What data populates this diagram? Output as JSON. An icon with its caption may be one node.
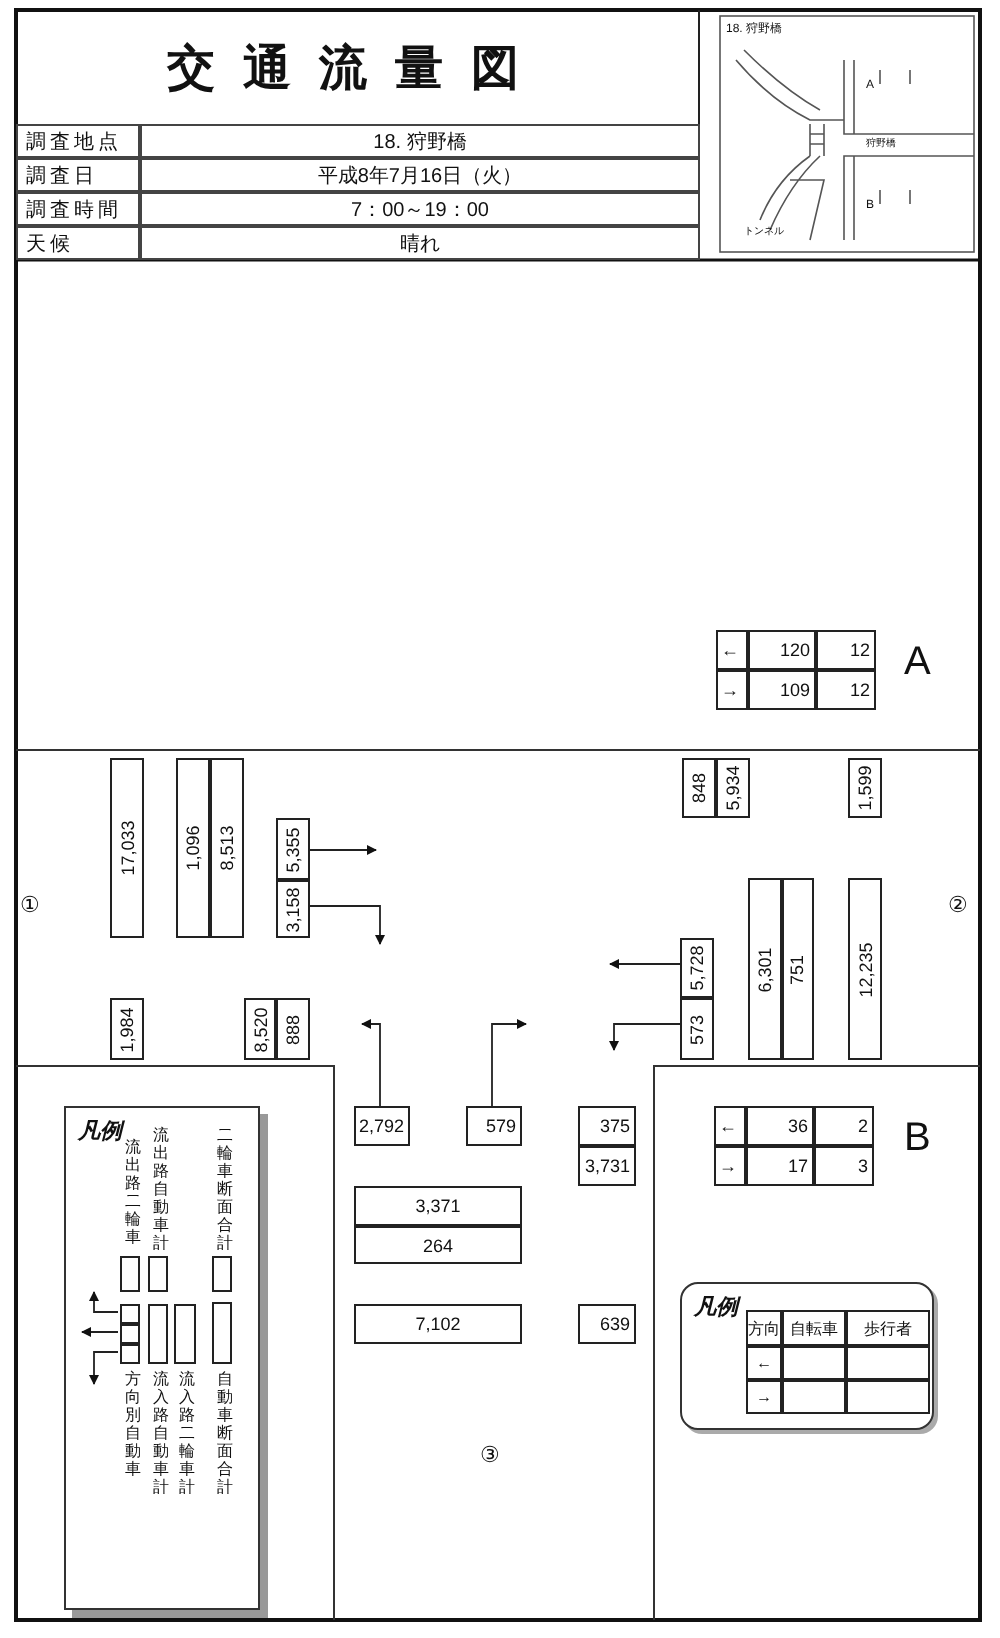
{
  "diagram": {
    "title": "交通流量図",
    "nodes": [
      {
        "text": [
          "17,033"
        ]
      },
      {
        "text": [
          "1,096"
        ]
      },
      {
        "text": [
          "8,513"
        ]
      },
      {
        "text": [
          "5,355"
        ]
      },
      {
        "text": [
          "3,158"
        ]
      },
      {
        "text": [
          "848"
        ]
      },
      {
        "text": [
          "5,934"
        ]
      },
      {
        "text": [
          "1,599"
        ]
      },
      {
        "text": [
          "6,301"
        ]
      },
      {
        "text": [
          "751"
        ]
      },
      {
        "text": [
          "12,235"
        ]
      },
      {
        "text": [
          "5,728"
        ]
      },
      {
        "text": [
          "573"
        ]
      },
      {
        "text": [
          "1,984"
        ]
      },
      {
        "text": [
          "8,520"
        ]
      },
      {
        "text": [
          "888"
        ]
      },
      {
        "text": [
          "2,792"
        ]
      },
      {
        "text": [
          "579"
        ]
      },
      {
        "text": [
          "375"
        ]
      },
      {
        "text": [
          "3,731"
        ]
      },
      {
        "text": [
          "3,371"
        ]
      },
      {
        "text": [
          "264"
        ]
      },
      {
        "text": [
          "7,102"
        ]
      },
      {
        "text": [
          "639"
        ]
      },
      {
        "text": [
          "凡例"
        ]
      },
      {
        "text": [],
        "shape": "box",
        "in": 24,
        "beside": [
          "流出路二輪車"
        ]
      },
      {
        "text": [],
        "shape": "box",
        "in": 24,
        "beside": [
          "流出路自動車計"
        ]
      },
      {
        "text": [],
        "shape": "box",
        "in": 24,
        "beside": [
          "二輪車断面合計"
        ]
      },
      {
        "text": [],
        "shape": "box",
        "in": 24
      },
      {
        "text": [],
        "shape": "box",
        "in": 24
      },
      {
        "text": [],
        "shape": "box",
        "in": 24,
        "beside": [
          "方向別自動車"
        ]
      },
      {
        "text": [],
        "shape": "box",
        "in": 24,
        "beside": [
          "流入路自動車計"
        ]
      },
      {
        "text": [],
        "shape": "box",
        "in": 24,
        "beside": [
          "流入路二輪車計"
        ]
      },
      {
        "text": [],
        "shape": "box",
        "in": 24,
        "beside": [
          "自動車断面合計"
        ]
      },
      {
        "text": [
          "凡例"
        ]
      }
    ],
    "edges": [
      {
        "from": 3,
        "to": null,
        "arrow": "to"
      },
      {
        "from": 4,
        "to": null,
        "arrow": "to"
      },
      {
        "from": 11,
        "to": null,
        "arrow": "to"
      },
      {
        "from": 12,
        "to": null,
        "arrow": "to"
      },
      {
        "from": 16,
        "to": null,
        "arrow": "to"
      },
      {
        "from": 17,
        "to": null,
        "arrow": "to"
      },
      {
        "from": 28,
        "to": null,
        "arrow": "to"
      },
      {
        "from": 29,
        "to": null,
        "arrow": "to"
      },
      {
        "from": 30,
        "to": null,
        "arrow": "to"
      }
    ],
    "labels": [
      "調査地点",
      "18. 狩野橋",
      "調査日",
      "平成8年7月16日（火）",
      "調査時間",
      "7：00～19：00",
      "天候",
      "晴れ",
      "18. 狩野橋",
      "A",
      "狩野橋",
      "B",
      "トンネル",
      "←",
      "120",
      "12",
      "→",
      "109",
      "12",
      "A",
      "①",
      "②",
      "←",
      "36",
      "2",
      "→",
      "17",
      "3",
      "B",
      "方向",
      "自転車",
      "歩行者",
      "←",
      "→",
      "③"
    ]
  }
}
